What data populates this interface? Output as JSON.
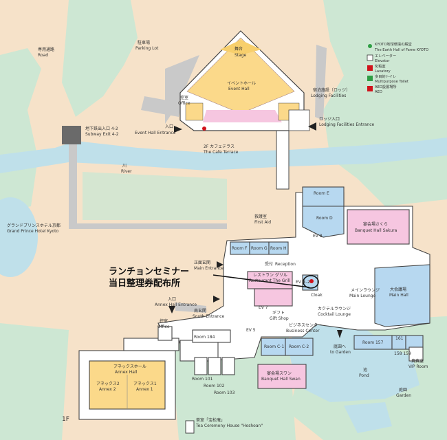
{
  "map": {
    "floor": "1F",
    "legend": {
      "earth_hall_jp": "KYOTO地球環境の殿堂",
      "earth_hall_en": "The Earth Hall of Fame KYOTO",
      "elevator_jp": "エレベーター",
      "elevator_en": "Elevator",
      "lavatory_jp": "化粧室",
      "lavatory_en": "Lavatory",
      "multipurpose_jp": "多目的トイレ",
      "multipurpose_en": "Multipurpose Toilet",
      "aed_jp": "AED設置場所",
      "aed_en": "AED"
    },
    "annotation": {
      "line1": "ランチョンセミナー",
      "line2": "当日整理券配布所"
    },
    "labels": {
      "road_jp": "専用通路",
      "road_en": "Road",
      "parking_jp": "駐車場",
      "parking_en": "Parking Lot",
      "stage_jp": "舞台",
      "stage_en": "Stage",
      "event_hall_jp": "イベントホール",
      "event_hall_en": "Event Hall",
      "office_jp": "控室",
      "office_en": "Office",
      "lodging_jp": "宿泊施設〔ロッジ〕",
      "lodging_en": "Lodging Facilities",
      "subway_jp": "地下鉄出入口 4-2",
      "subway_en": "Subway Exit 4-2",
      "event_entrance_jp": "入口",
      "event_entrance_en": "Event Hall Entrance",
      "lodge_entrance_jp": "ロッジ入口",
      "lodge_entrance_en": "Lodging Facilities Entrance",
      "cafe_jp": "2F カフェテラス",
      "cafe_en": "The Cafe Terrace",
      "river_jp": "川",
      "river_en": "River",
      "hotel_jp": "グランドプリンスホテル京都",
      "hotel_en": "Grand Prince Hotel Kyoto",
      "room_e": "Room E",
      "room_d": "Room D",
      "sakura_jp": "宴会場さくら",
      "sakura_en": "Banquet Hall Sakura",
      "first_aid_jp": "救護室",
      "first_aid_en": "First Aid",
      "ev8": "EV 8",
      "room_f": "Room F",
      "room_g": "Room G",
      "room_h": "Room H",
      "main_entrance_jp": "正面玄関",
      "main_entrance_en": "Main Entrance",
      "reception_jp": "受付",
      "reception_en": "Reception",
      "grill_jp": "レストラン グリル",
      "grill_en": "Restaurant The Grill",
      "ev6": "EV 6",
      "room_12": "1-2",
      "cloak": "Cloak",
      "main_lounge_jp": "メインラウンジ",
      "main_lounge_en": "Main Lounge",
      "main_hall_jp": "大会議場",
      "main_hall_en": "Main Hall",
      "annex_entrance_jp": "入口",
      "annex_entrance_en": "Annex Hall Entrance",
      "south_entrance_jp": "南玄関",
      "south_entrance_en": "South Entrance",
      "ev7": "EV 7",
      "gift_jp": "ギフト",
      "gift_en": "Gift Shop",
      "cocktail_jp": "カクテルラウンジ",
      "cocktail_en": "Cocktail Lounge",
      "business_jp": "ビジネスセンター",
      "business_en": "Business Center",
      "ev5": "EV 5",
      "garden_jp": "庭園へ",
      "garden_en": "to Garden",
      "room_184": "Room 184",
      "room_c1": "Room C-1",
      "room_c2": "Room C-2",
      "room_157": "Room 157",
      "room_161": "161",
      "room_158_159": "158 159",
      "vip_jp": "貴賓室",
      "vip_en": "VIP Room",
      "office2_jp": "控室",
      "office2_en": "Office",
      "annex_hall_jp": "アネックスホール",
      "annex_hall_en": "Annex Hall",
      "annex2_jp": "アネックス2",
      "annex2_en": "Annex 2",
      "annex1_jp": "アネックス1",
      "annex1_en": "Annex 1",
      "room_101": "Room 101",
      "room_102": "Room 102",
      "room_103": "Room 103",
      "swan_jp": "宴会場スワン",
      "swan_en": "Banquet Hall Swan",
      "pond_jp": "池",
      "pond_en": "Pond",
      "garden2_jp": "庭園",
      "garden2_en": "Garden",
      "tea_jp": "茶室「宝松庵」",
      "tea_en": "Tea Ceremony House \"Hoshoan\""
    },
    "colors": {
      "background": "#f6e2c9",
      "green": "#cde7d3",
      "water": "#bfe0ea",
      "building": "#ffffff",
      "event_hall": "#fbd98a",
      "room_blue": "#b7d8f0",
      "banquet_pink": "#f6c6e0",
      "road_gray": "#c9c9c9",
      "accent_red": "#d0121b",
      "wall": "#444444"
    }
  }
}
